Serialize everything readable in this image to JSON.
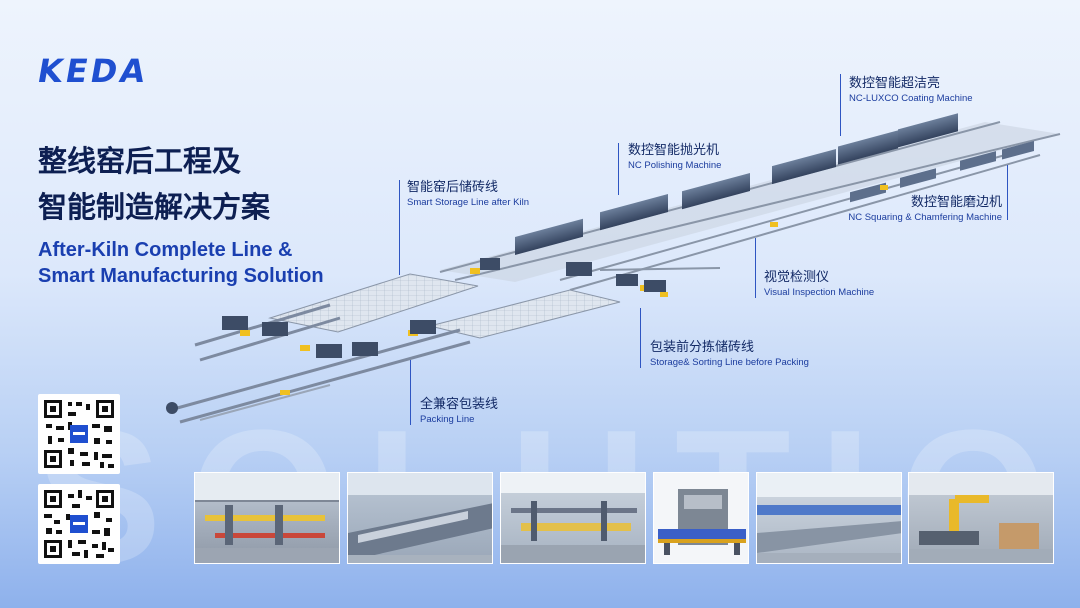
{
  "brand": {
    "logo_text": "KEDA"
  },
  "headline": {
    "cn_line1": "整线窑后工程及",
    "cn_line2": "智能制造解决方案",
    "en_line1": "After-Kiln Complete Line &",
    "en_line2": "Smart Manufacturing Solution"
  },
  "watermark_text": "SOLUTION",
  "labels": {
    "luxco": {
      "cn": "数控智能超洁亮",
      "en": "NC-LUXCO Coating Machine"
    },
    "polishing": {
      "cn": "数控智能抛光机",
      "en": "NC Polishing Machine"
    },
    "smart_storage": {
      "cn": "智能窑后储砖线",
      "en": "Smart Storage Line after Kiln"
    },
    "squaring": {
      "cn": "数控智能磨边机",
      "en": "NC Squaring & Chamfering Machine"
    },
    "visual": {
      "cn": "视觉检测仪",
      "en": "Visual Inspection Machine"
    },
    "storage_sorting": {
      "cn": "包装前分拣储砖线",
      "en": "Storage& Sorting Line before Packing"
    },
    "packing": {
      "cn": "全兼容包装线",
      "en": "Packing Line"
    }
  },
  "qr_codes": [
    {
      "center_icon": "keda-logo-icon"
    },
    {
      "center_icon": "keda-logo-icon"
    }
  ],
  "photos": [
    {
      "subject": "factory-conveyor-photo"
    },
    {
      "subject": "polishing-machine-photo"
    },
    {
      "subject": "storage-line-photo"
    },
    {
      "subject": "inspection-machine-photo"
    },
    {
      "subject": "long-conveyor-photo"
    },
    {
      "subject": "robot-packing-photo"
    }
  ],
  "colors": {
    "brand_blue": "#1f4fd0",
    "heading_dark": "#0d1f52",
    "machine_yellow": "#f0c020"
  }
}
